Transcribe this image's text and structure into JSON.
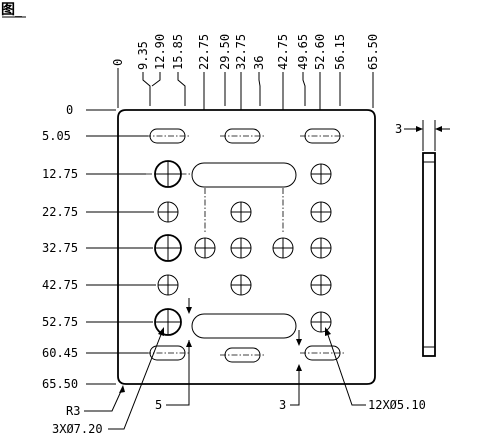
{
  "header_glyph": "图_",
  "top_dims": [
    "0",
    "9.35",
    "12.90",
    "15.85",
    "22.75",
    "29.50",
    "32.75",
    "36",
    "42.75",
    "49.65",
    "52.60",
    "56.15",
    "65.50"
  ],
  "left_dims": [
    "0",
    "5.05",
    "12.75",
    "22.75",
    "32.75",
    "42.75",
    "52.75",
    "60.45",
    "65.50"
  ],
  "callouts": {
    "corner_radius": "R3",
    "small_holes": "3XØ7.20",
    "large_holes": "12XØ5.10",
    "slot_offset": "5",
    "slot_width": "3",
    "thickness": "3"
  }
}
